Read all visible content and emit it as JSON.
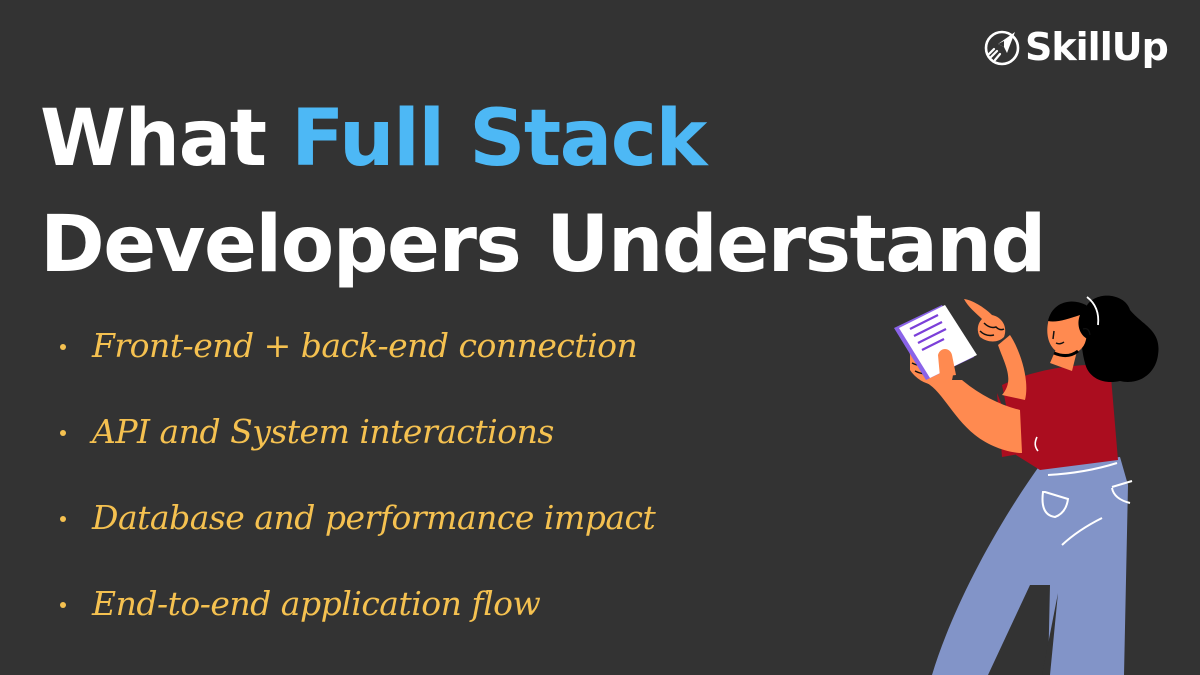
{
  "brand": {
    "logo_icon": "paper-plane-in-circle-icon",
    "name": "SkillUp"
  },
  "title": {
    "line1_prefix": "What ",
    "line1_accent": "Full Stack",
    "line2": "Developers Understand"
  },
  "bullets": [
    {
      "text": "Front-end + back-end connection"
    },
    {
      "text": "API and System interactions"
    },
    {
      "text": "Database and performance impact"
    },
    {
      "text": "End-to-end application flow"
    }
  ],
  "illustration": {
    "description": "woman-reading-document-and-pointing"
  },
  "colors": {
    "background": "#333333",
    "title": "#ffffff",
    "accent": "#4db8f5",
    "bullet_text": "#f5c150",
    "shirt": "#ab0d1f",
    "pants": "#8294c8",
    "skin": "#ff8a50",
    "paper_edge": "#8a63e8"
  }
}
